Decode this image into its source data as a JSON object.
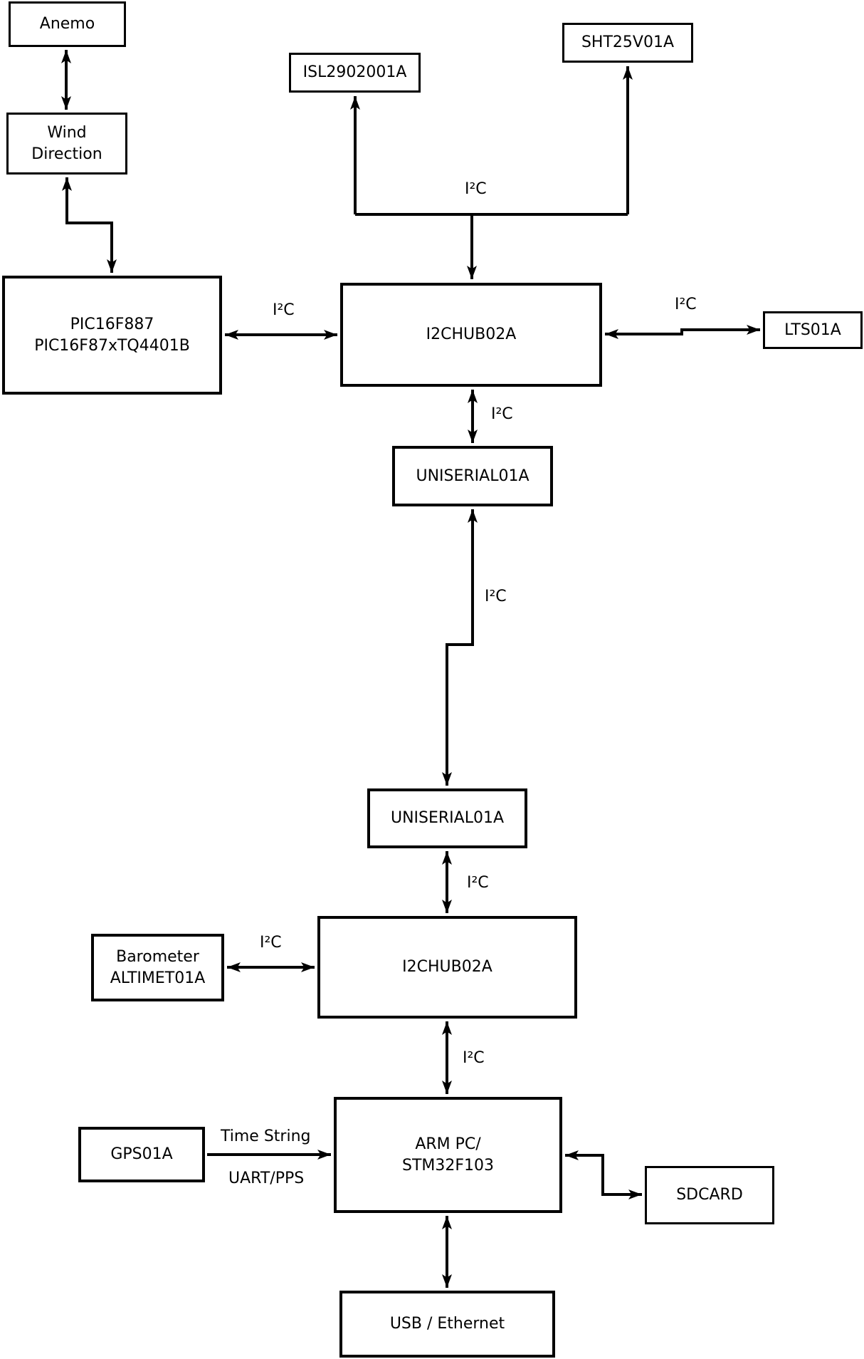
{
  "boxes": {
    "anemo": {
      "label": "Anemo"
    },
    "wind_direction": {
      "line1": "Wind",
      "line2": "Direction"
    },
    "isl": {
      "label": "ISL2902001A"
    },
    "sht": {
      "label": "SHT25V01A"
    },
    "pic": {
      "line1": "PIC16F887",
      "line2": "PIC16F87xTQ4401B"
    },
    "hub_top": {
      "label": "I2CHUB02A"
    },
    "lts": {
      "label": "LTS01A"
    },
    "uniserial_top": {
      "label": "UNISERIAL01A"
    },
    "uniserial_bottom": {
      "label": "UNISERIAL01A"
    },
    "hub_bottom": {
      "label": "I2CHUB02A"
    },
    "barometer": {
      "line1": "Barometer",
      "line2": "ALTIMET01A"
    },
    "gps": {
      "label": "GPS01A"
    },
    "arm": {
      "line1": "ARM PC/",
      "line2": "STM32F103"
    },
    "sdcard": {
      "label": "SDCARD"
    },
    "usb": {
      "label": "USB / Ethernet"
    }
  },
  "edges": [
    {
      "from": "anemo",
      "to": "wind_direction",
      "bidirectional": true,
      "label": ""
    },
    {
      "from": "wind_direction",
      "to": "pic",
      "bidirectional": true,
      "label": ""
    },
    {
      "from": "hub_top",
      "to": "isl",
      "bidirectional": false,
      "label": "I²C"
    },
    {
      "from": "hub_top",
      "to": "sht",
      "bidirectional": false,
      "label": ""
    },
    {
      "from": "pic",
      "to": "hub_top",
      "bidirectional": true,
      "label": "I²C"
    },
    {
      "from": "hub_top",
      "to": "lts",
      "bidirectional": true,
      "label": "I²C"
    },
    {
      "from": "hub_top",
      "to": "uniserial_top",
      "bidirectional": true,
      "label": "I²C"
    },
    {
      "from": "uniserial_top",
      "to": "uniserial_bottom",
      "bidirectional": true,
      "label": "I²C"
    },
    {
      "from": "uniserial_bottom",
      "to": "hub_bottom",
      "bidirectional": true,
      "label": "I²C"
    },
    {
      "from": "barometer",
      "to": "hub_bottom",
      "bidirectional": true,
      "label": "I²C"
    },
    {
      "from": "hub_bottom",
      "to": "arm",
      "bidirectional": true,
      "label": "I²C"
    },
    {
      "from": "gps",
      "to": "arm",
      "bidirectional": false,
      "label_top": "Time String",
      "label_bottom": "UART/PPS"
    },
    {
      "from": "arm",
      "to": "sdcard",
      "bidirectional": true,
      "label": ""
    },
    {
      "from": "arm",
      "to": "usb",
      "bidirectional": true,
      "label": ""
    }
  ],
  "colors": {
    "background": "#ffffff",
    "line": "#000000",
    "box_fill": "#ffffff",
    "text": "#000000"
  }
}
